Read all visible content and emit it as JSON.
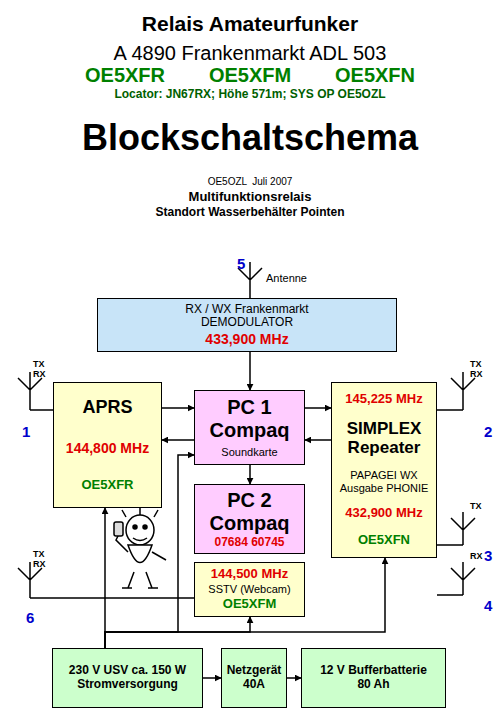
{
  "diagram": {
    "title": "Relais Amateurfunker",
    "nodes": [
      {
        "text": [
          "RX / WX Frankenmarkt DEMODULATOR",
          "433,900 MHz"
        ]
      },
      {
        "text": [
          "APRS",
          "144,800 MHz",
          "OE5XFR"
        ]
      },
      {
        "text": [
          "PC 1 Compaq",
          "Soundkarte"
        ]
      },
      {
        "text": [
          "145,225 MHz",
          "SIMPLEX Repeater",
          "PAPAGEI WX Ausgabe PHONIE",
          "432,900 MHz",
          "OE5XFN"
        ]
      },
      {
        "text": [
          "PC 2 Compaq",
          "07684 60745"
        ]
      },
      {
        "text": [
          "144,500 MHz",
          "SSTV (Webcam)",
          "OE5XFM"
        ]
      },
      {
        "text": [
          "230 V USV ca. 150 W Stromversorgung"
        ]
      },
      {
        "text": [
          "Netzgerät 40A"
        ]
      },
      {
        "text": [
          "12 V Bufferbatterie 80 Ah"
        ]
      }
    ],
    "edges": [
      {
        "from": 0,
        "to": 2,
        "arrow": "to"
      },
      {
        "from": 1,
        "to": 2,
        "arrow": "to"
      },
      {
        "from": 2,
        "to": 1,
        "arrow": "to"
      },
      {
        "from": 2,
        "to": 3,
        "arrow": "to"
      },
      {
        "from": 3,
        "to": 2,
        "arrow": "to"
      },
      {
        "from": 2,
        "to": 4,
        "arrow": "to"
      },
      {
        "from": 6,
        "to": 7,
        "arrow": "to"
      },
      {
        "from": 7,
        "to": 8,
        "arrow": "to"
      },
      {
        "from": 6,
        "to": 1,
        "arrow": "to"
      },
      {
        "from": 6,
        "to": 2,
        "arrow": "to"
      },
      {
        "from": 6,
        "to": 5,
        "arrow": "to"
      },
      {
        "from": 6,
        "to": 3,
        "arrow": "to"
      }
    ],
    "labels": [
      "A 4890 Frankenmarkt ADL 503",
      "OE5XFR",
      "OE5XFM",
      "OE5XFN",
      "Locator: JN67RX; Höhe 571m; SYS OP OE5OZL",
      "Blockschaltschema",
      "OE5OZL  Juli 2007",
      "Multifunktionsrelais",
      "Standort Wasserbehälter Pointen",
      "1",
      "TX",
      "RX",
      "2",
      "TX",
      "RX",
      "3",
      "TX",
      "4",
      "RX",
      "5",
      "Antenne",
      "6",
      "TX",
      "RX"
    ]
  }
}
